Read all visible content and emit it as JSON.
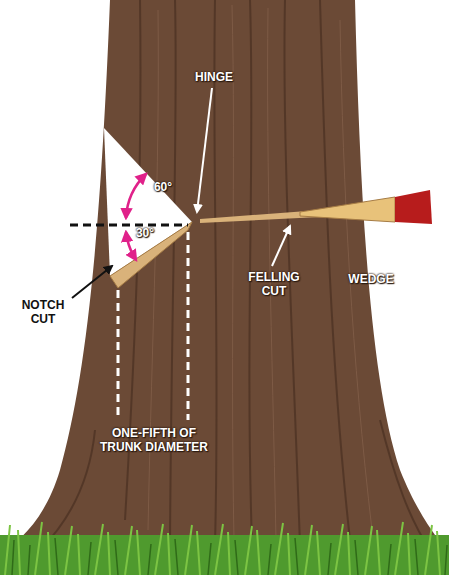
{
  "diagram": {
    "labels": [
      "60°",
      "30°",
      "HINGE",
      "NOTCH CUT",
      "FELLING CUT",
      "WEDGE",
      "ONE-FIFTH OF TRUNK DIAMETER"
    ]
  }
}
